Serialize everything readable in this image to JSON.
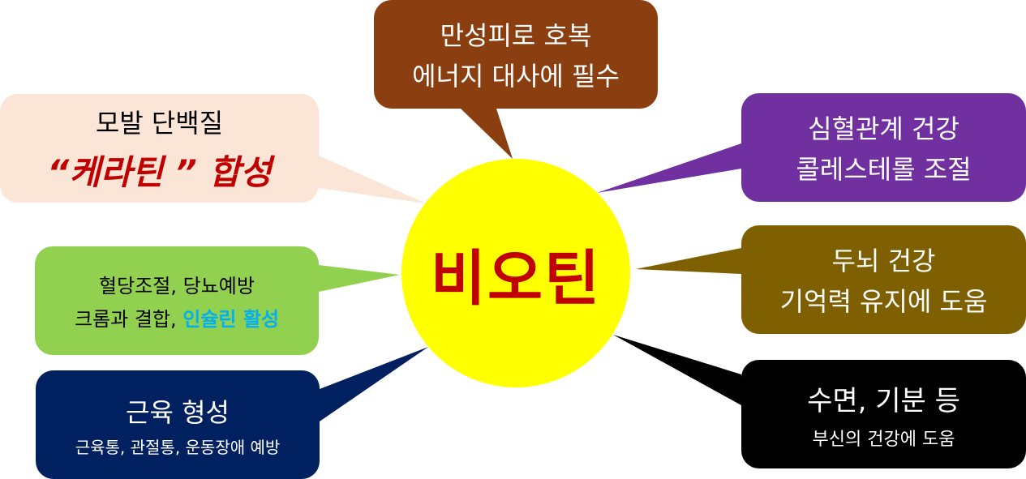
{
  "center": {
    "label": "비오틴",
    "color": "#ffff00",
    "text_color": "#c00000"
  },
  "bubbles": {
    "top": {
      "line1": "만성피로 호복",
      "line2": "에너지 대사에 필수",
      "color": "#8b3e0f"
    },
    "keratin": {
      "line1": "모발 단백질",
      "line2": "“케라틴 ” 합성",
      "color": "#fbe5d6",
      "accent": "#c00000"
    },
    "insulin": {
      "line1": "혈당조절, 당뇨예방",
      "line2_prefix": "크롬과 결합, ",
      "line2_highlight": "인슐린 활성",
      "color": "#92d050",
      "highlight_color": "#00b0f0"
    },
    "muscle": {
      "line1": "근육 형성",
      "line2": "근육통, 관절통, 운동장애 예방",
      "color": "#002060"
    },
    "heart": {
      "line1": "심혈관계 건강",
      "line2": "콜레스테롤 조절",
      "color": "#7030a0"
    },
    "brain": {
      "line1": "두뇌 건강",
      "line2": "기억력 유지에 도움",
      "color": "#7f6000"
    },
    "sleep": {
      "line1": "수면, 기분 등",
      "line2": "부신의 건강에 도움",
      "color": "#000000"
    }
  }
}
